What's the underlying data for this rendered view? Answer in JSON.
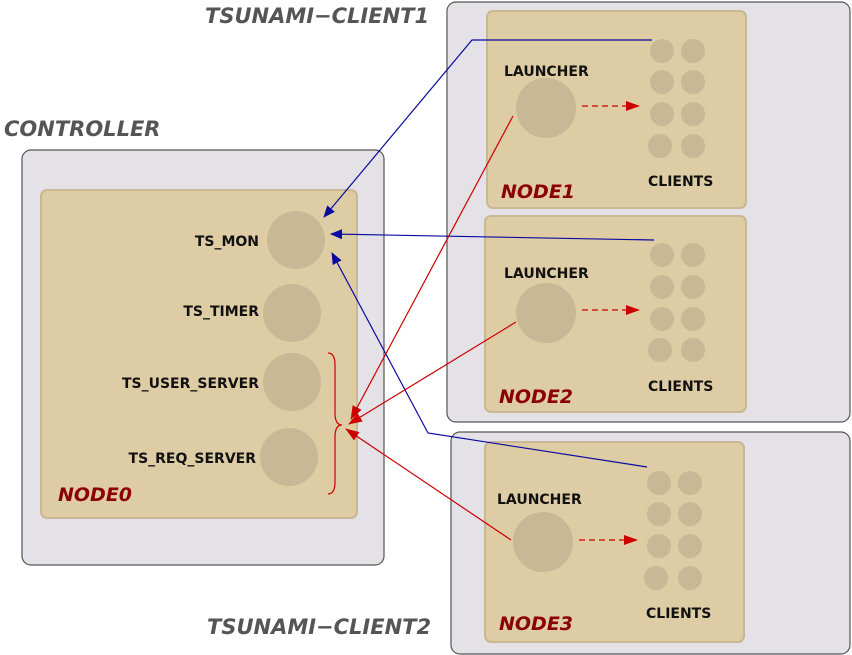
{
  "hosts": {
    "controller": "CONTROLLER",
    "client1": "TSUNAMI−CLIENT1",
    "client2": "TSUNAMI−CLIENT2"
  },
  "node0": {
    "title": "NODE0",
    "processes": [
      "TS_MON",
      "TS_TIMER",
      "TS_USER_SERVER",
      "TS_REQ_SERVER"
    ]
  },
  "client_nodes": [
    {
      "title": "NODE1",
      "launcher": "LAUNCHER",
      "clients": "CLIENTS"
    },
    {
      "title": "NODE2",
      "launcher": "LAUNCHER",
      "clients": "CLIENTS"
    },
    {
      "title": "NODE3",
      "launcher": "LAUNCHER",
      "clients": "CLIENTS"
    }
  ],
  "colors": {
    "monitor_link": "#0a0aa0",
    "request_link": "#cc0000",
    "node_title": "#8b0000",
    "node_fill": "#ddcca4",
    "host_fill": "#e4e2e6"
  }
}
